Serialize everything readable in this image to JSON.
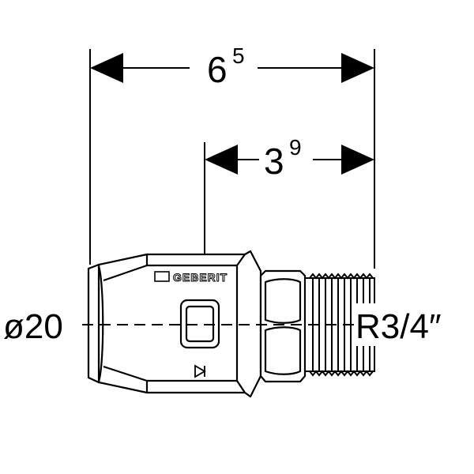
{
  "dimensions": {
    "overall": {
      "base": "6",
      "sup": "5"
    },
    "insertion": {
      "base": "3",
      "sup": "9"
    }
  },
  "labels": {
    "pipe_diameter": "ø20",
    "thread": "R3/4″"
  },
  "logo": {
    "brand": "GEBERIT"
  },
  "icons": {
    "arrowheads": "filled-triangle",
    "insertion_marker": "insertion-depth-mark-icon"
  },
  "colors": {
    "line": "#000000",
    "background": "#ffffff"
  }
}
